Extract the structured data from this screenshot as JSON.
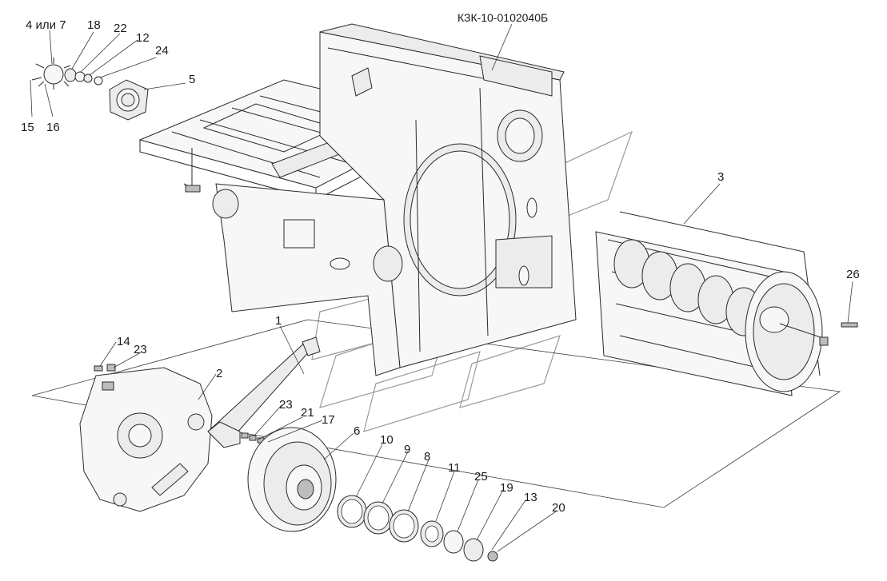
{
  "diagram": {
    "assembly_code": "КЗК-10-0102040Б",
    "callouts": {
      "c1": "1",
      "c2": "2",
      "c3": "3",
      "c4or7": "4 или 7",
      "c5": "5",
      "c6": "6",
      "c8": "8",
      "c9": "9",
      "c10": "10",
      "c11": "11",
      "c12": "12",
      "c13": "13",
      "c14": "14",
      "c15": "15",
      "c16": "16",
      "c17": "17",
      "c18": "18",
      "c19": "19",
      "c20": "20",
      "c21": "21",
      "c22": "22",
      "c23a": "23",
      "c23b": "23",
      "c24": "24",
      "c25": "25",
      "c26": "26"
    }
  }
}
